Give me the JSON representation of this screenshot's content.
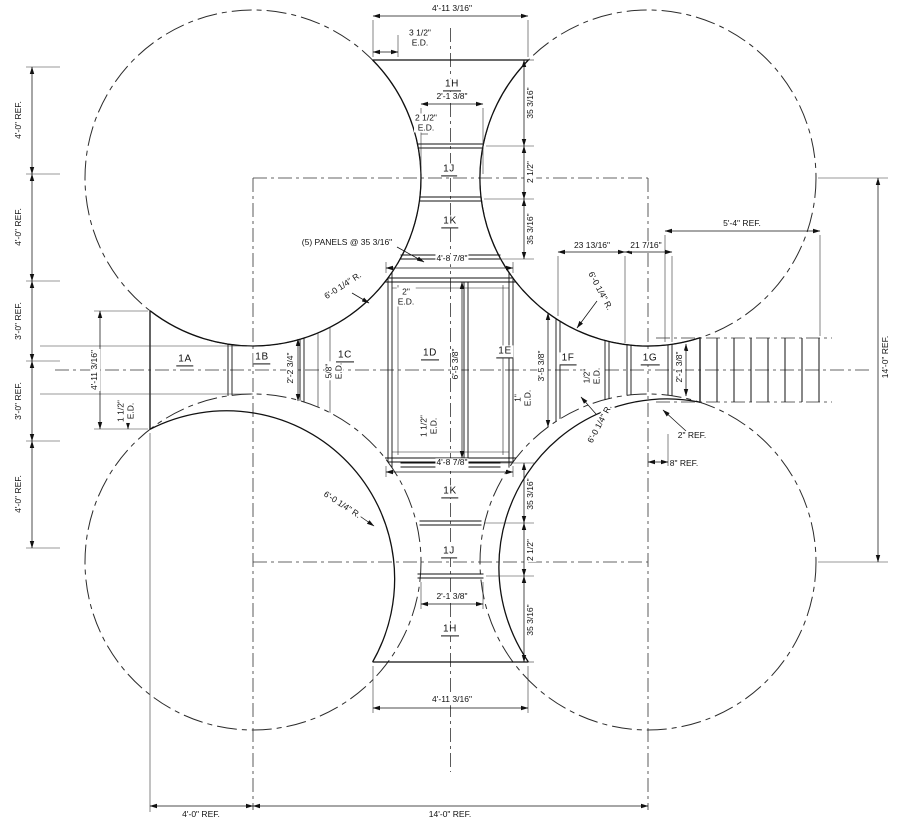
{
  "drawing": {
    "panels": {
      "a": "1A",
      "b": "1B",
      "c": "1C",
      "d": "1D",
      "e": "1E",
      "f": "1F",
      "g": "1G",
      "h": "1H",
      "j": "1J",
      "k": "1K"
    },
    "dims": {
      "w_4_11_3_16": "4'-11 3/16\"",
      "w_3_1_2": "3 1/2\"",
      "ed": "E.D.",
      "w_2_1_3_8": "2'-1 3/8\"",
      "w_2_1_2": "2 1/2\"",
      "w_35_3_16": "35 3/16\"",
      "w_4_8_7_8": "4'-8 7/8\"",
      "w_23_13_16": "23 13/16\"",
      "w_21_7_16": "21 7/16\"",
      "w_2": "2\"",
      "w_1_1_2": "1 1/2\"",
      "w_2_2_3_4": "2'-2 3/4\"",
      "w_5_8": "5/8\"",
      "w_6_5_3_8": "6'-5 3/8\"",
      "w_3_5_3_8": "3'-5 3/8\"",
      "w_1_2": "1/2\"",
      "w_1": "1\""
    },
    "refs": {
      "r_4_0": "4'-0\" REF.",
      "r_3_0": "3'-0\" REF.",
      "r_5_4": "5'-4\" REF.",
      "r_14_0": "14'-0\" REF.",
      "r_2": "2\" REF.",
      "r_8": "8\" REF."
    },
    "notes": {
      "panels_note": "(5) PANELS @ 35 3/16\"",
      "radius": "6'-0 1/4\" R."
    }
  }
}
